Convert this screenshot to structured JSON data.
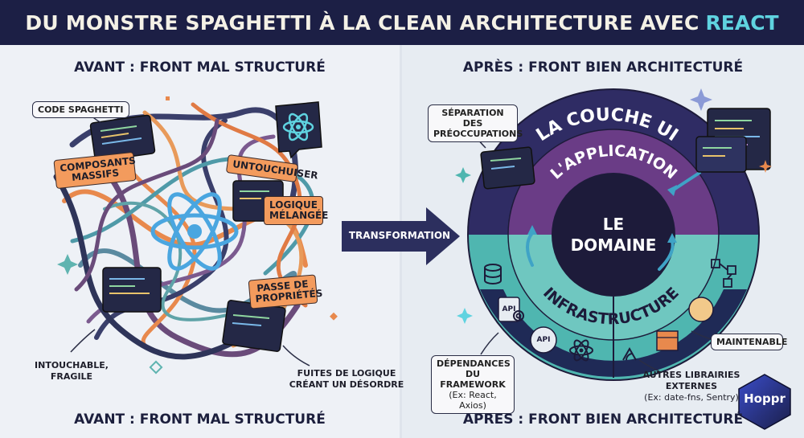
{
  "banner": {
    "title": "DU MONSTRE SPAGHETTI À LA CLEAN ARCHITECTURE AVEC",
    "title_accent": "REACT"
  },
  "left": {
    "heading_top": "AVANT : FRONT MAL STRUCTURÉ",
    "heading_bottom": "AVANT : FRONT MAL STRUCTURÉ",
    "labels": {
      "code_spaghetti": "CODE SPAGHETTI",
      "composants_massifs_1": "COMPOSANTS",
      "composants_massifs_2": "MASSIFS",
      "untouchable": "UNTOUCHUISER",
      "logique_1": "LOGIQUE",
      "logique_2": "MÉLANGÉE",
      "passe_1": "PASSE DE",
      "passe_2": "PROPRIÉTÉS",
      "intouchable_1": "INTOUCHABLE,",
      "intouchable_2": "FRAGILE",
      "fuites_1": "FUITES DE LOGIQUE",
      "fuites_2": "CRÉANT UN DÉSORDRE"
    }
  },
  "transition": {
    "label": "TRANSFORMATION"
  },
  "right": {
    "heading_top": "APRÈS : FRONT BIEN ARCHITECTURÉ",
    "heading_bottom": "APRÈS : FRONT BIEN ARCHITECTURÉ",
    "rings": {
      "ui": "LA COUCHE UI",
      "application": "L'APPLICATION",
      "infrastructure": "INFRASTRUCTURE",
      "core_1": "LE",
      "core_2": "DOMAINE"
    },
    "labels": {
      "separation_1": "SÉPARATION DES",
      "separation_2": "PRÉOCCUPATIONS",
      "dependances_1": "DÉPENDANCES",
      "dependances_2": "DU FRAMEWORK",
      "dependances_3": "(Ex: React, Axios)",
      "maintenable": "MAINTENABLE",
      "autres_1": "AUTRES LIBRAIRIES",
      "autres_2": "EXTERNES",
      "autres_3": "(Ex: date-fns, Sentry)",
      "api_1": "API",
      "api_2": "API"
    },
    "colors": {
      "ui_ring": "#2f2c64",
      "application_ring": "#6a3c86",
      "infrastructure_ring": "#4fb6b0",
      "core": "#1d1b3a",
      "accent_cyan": "#5fd3e0"
    }
  },
  "logo": {
    "text": "Hoppr"
  }
}
